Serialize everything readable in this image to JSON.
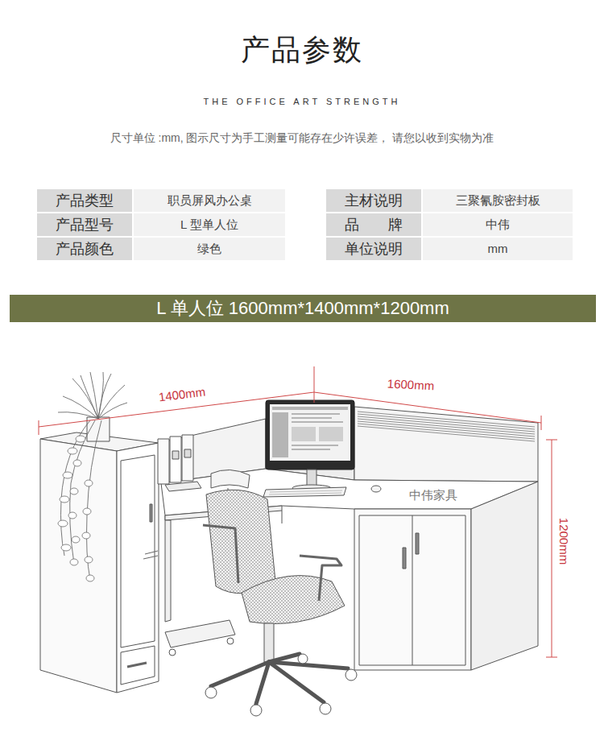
{
  "diagram": {
    "title": "产品参数",
    "nodes": [
      {
        "text": [
          "L 单人位 1600mm*1400mm*1200mm"
        ]
      }
    ],
    "labels": [
      "THE OFFICE ART STRENGTH",
      "尺寸单位 :mm, 图示尺寸为手工测量可能存在少许误差， 请您以收到实物为准",
      "产品类型",
      "职员屏风办公桌",
      "主材说明",
      "三聚氰胺密封板",
      "产品型号",
      "L 型单人位",
      "品　　牌",
      "中伟",
      "产品颜色",
      "绿色",
      "单位说明",
      "mm",
      "1400mm",
      "1600mm",
      "1200mm",
      "中伟家具"
    ]
  }
}
